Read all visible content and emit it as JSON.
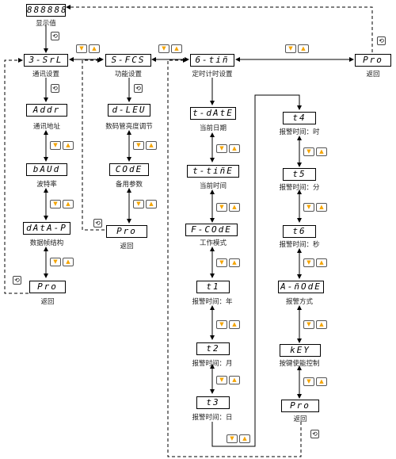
{
  "title_display": {
    "digits": "888888",
    "caption": "显示值"
  },
  "menu_nodes": {
    "comm": {
      "code": "3-SrL",
      "caption": "通讯设置"
    },
    "func": {
      "code": "S-FCS",
      "caption": "功能设置"
    },
    "time": {
      "code": "6-tiñ",
      "caption": "定时计时设置"
    },
    "top_return": {
      "code": "Pro",
      "caption": "返回"
    }
  },
  "comm_items": [
    {
      "code": "Addr",
      "caption": "通讯地址"
    },
    {
      "code": "bAUd",
      "caption": "波特率"
    },
    {
      "code": "dAtA-P",
      "caption": "数据帧结构"
    },
    {
      "code": "Pro",
      "caption": "返回"
    }
  ],
  "func_items": [
    {
      "code": "d-LEU",
      "caption": "数码管亮度调节"
    },
    {
      "code": "COdE",
      "caption": "备用参数"
    },
    {
      "code": "Pro",
      "caption": "返回"
    }
  ],
  "time_items": [
    {
      "code": "t-dAtE",
      "caption": "当前日期"
    },
    {
      "code": "t-tiñE",
      "caption": "当前时间"
    },
    {
      "code": "F-COdE",
      "caption": "工作模式"
    },
    {
      "code": "t1",
      "caption": "报警时间：年"
    },
    {
      "code": "t2",
      "caption": "报警时间：月"
    },
    {
      "code": "t3",
      "caption": "报警时间：日"
    }
  ],
  "alarm_items": [
    {
      "code": "t4",
      "caption": "报警时间：时"
    },
    {
      "code": "t5",
      "caption": "报警时间：分"
    },
    {
      "code": "t6",
      "caption": "报警时间：秒"
    },
    {
      "code": "A-ñOdE",
      "caption": "报警方式"
    },
    {
      "code": "kEY",
      "caption": "按键使能控制"
    },
    {
      "code": "Pro",
      "caption": "返回"
    }
  ],
  "keys": {
    "down": "▼",
    "up": "▲",
    "set": "⟲"
  },
  "colors": {
    "key_arrow": "#f5a400",
    "line": "#000000"
  }
}
